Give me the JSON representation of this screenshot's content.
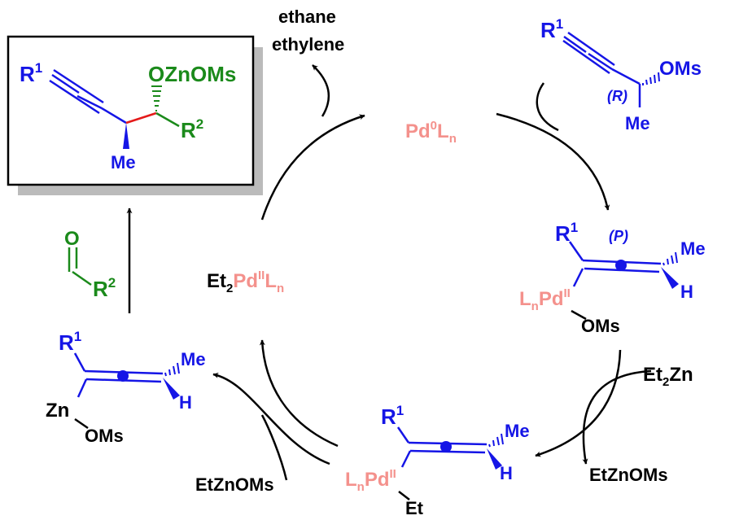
{
  "colors": {
    "catalyst": "#F4918C",
    "alkyne": "#1515E6",
    "aldehyde": "#1B8A1B",
    "new_bond": "#E41A1A",
    "black": "#000000",
    "shadow": "#BBBBBB"
  },
  "top": {
    "pd0_prefix": "Pd",
    "pd0_sup": "0",
    "pd0_suffix": "L",
    "pd0_sub": "n",
    "side_product_1": "ethane",
    "side_product_2": "ethylene"
  },
  "product": {
    "r1": "R",
    "r1_sup": "1",
    "ozn": "OZnOMs",
    "r2": "R",
    "r2_sup": "2",
    "me": "Me"
  },
  "substrate": {
    "r1": "R",
    "r1_sup": "1",
    "oms": "OMs",
    "stereo": "(R)",
    "me": "Me"
  },
  "allenyl_pd": {
    "r1": "R",
    "r1_sup": "1",
    "axial": "(P)",
    "me": "Me",
    "h": "H",
    "l": "L",
    "l_sub": "n",
    "pd": "Pd",
    "pd_sup": "II",
    "oms": "OMs"
  },
  "reagents": {
    "et2zn_main": "Et",
    "et2zn_sub": "2",
    "et2zn_suffix": "Zn",
    "etznoms_right": "EtZnOMs",
    "etznoms_left": "EtZnOMs"
  },
  "allenyl_pd_et": {
    "r1": "R",
    "r1_sup": "1",
    "me": "Me",
    "h": "H",
    "l": "L",
    "l_sub": "n",
    "pd": "Pd",
    "pd_sup": "II",
    "et": "Et"
  },
  "allenyl_zn": {
    "r1": "R",
    "r1_sup": "1",
    "me": "Me",
    "h": "H",
    "zn": "Zn",
    "oms": "OMs"
  },
  "et2pd": {
    "et": "Et",
    "et_sub": "2",
    "pd": "Pd",
    "pd_sup": "II",
    "l": "L",
    "l_sub": "n"
  },
  "aldehyde": {
    "o": "O",
    "r2": "R",
    "r2_sup": "2"
  }
}
